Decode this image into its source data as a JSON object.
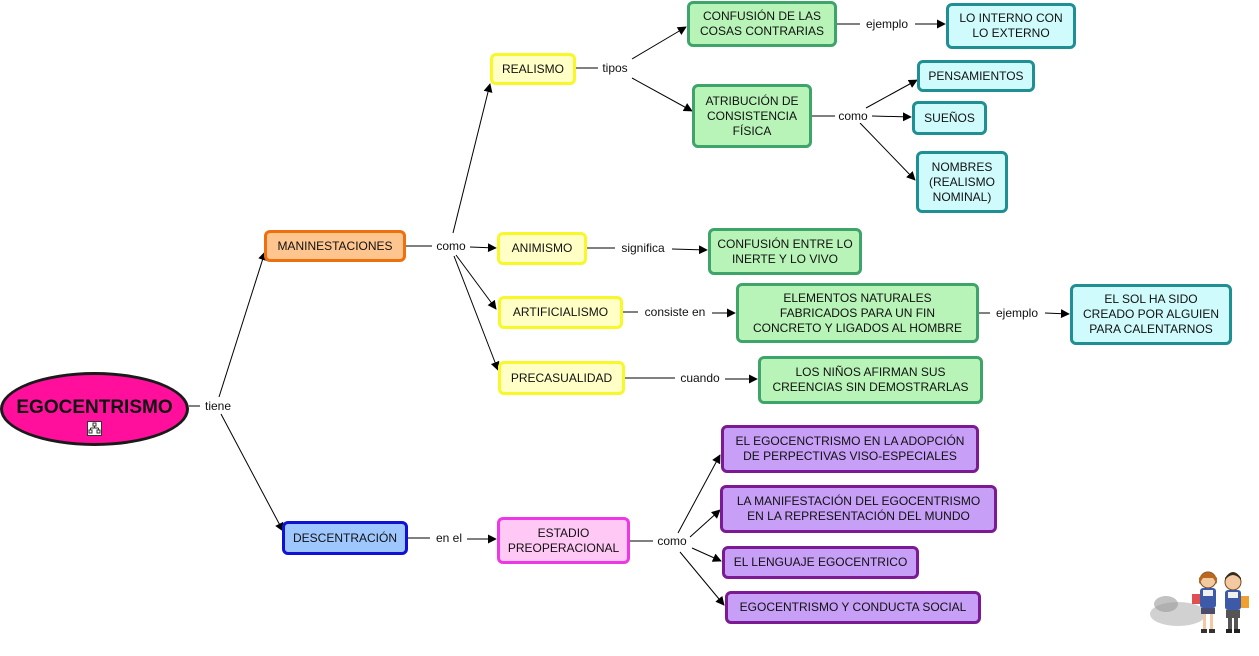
{
  "root": {
    "label": "EGOCENTRISMO",
    "icon": "concept-map-icon"
  },
  "linking_words": {
    "tiene": "tiene",
    "como_main": "como",
    "tipos": "tipos",
    "ejemplo_1": "ejemplo",
    "como_realismo": "como",
    "significa": "significa",
    "consiste_en": "consiste en",
    "ejemplo_2": "ejemplo",
    "cuando": "cuando",
    "en_el": "en el",
    "como_estadio": "como"
  },
  "concepts": {
    "manifestaciones": "MANINESTACIONES",
    "realismo": "REALISMO",
    "confusion_contrarias": "CONFUSIÓN DE LAS COSAS CONTRARIAS",
    "interno_externo": "LO INTERNO CON LO EXTERNO",
    "atribucion": "ATRIBUCIÓN DE CONSISTENCIA FÍSICA",
    "pensamientos": "PENSAMIENTOS",
    "suenos": "SUEÑOS",
    "nombres": "NOMBRES (REALISMO NOMINAL)",
    "animismo": "ANIMISMO",
    "confusion_inerte": "CONFUSIÓN ENTRE LO INERTE Y LO VIVO",
    "artificialismo": "ARTIFICIALISMO",
    "elementos_naturales": "ELEMENTOS NATURALES FABRICADOS PARA UN FIN CONCRETO Y LIGADOS AL HOMBRE",
    "sol": "EL SOL HA SIDO CREADO POR ALGUIEN PARA CALENTARNOS",
    "precasualidad": "PRECASUALIDAD",
    "ninos": "LOS NIÑOS AFIRMAN SUS CREENCIAS SIN DEMOSTRARLAS",
    "descentracion": "DESCENTRACIÓN",
    "estadio": "ESTADIO PREOPERACIONAL",
    "viso_espaciales": "EL EGOCENCTRISMO EN LA ADOPCIÓN DE PERPECTIVAS VISO-ESPECIALES",
    "representacion": "LA MANIFESTACIÓN DEL EGOCENTRISMO EN LA REPRESENTACIÓN DEL MUNDO",
    "lenguaje": "EL LENGUAJE EGOCENTRICO",
    "conducta": "EGOCENTRISMO Y CONDUCTA SOCIAL"
  },
  "colors": {
    "root": "#ff0f9b",
    "orange": "#ffc58f",
    "yellow": "#ffffc6",
    "green": "#b8f3b8",
    "cyan": "#cffbfc",
    "blue": "#9fc7ff",
    "pink": "#ffc8f5",
    "purple": "#c79ff7"
  },
  "decoration": {
    "clipart": "two-students-clipart"
  }
}
